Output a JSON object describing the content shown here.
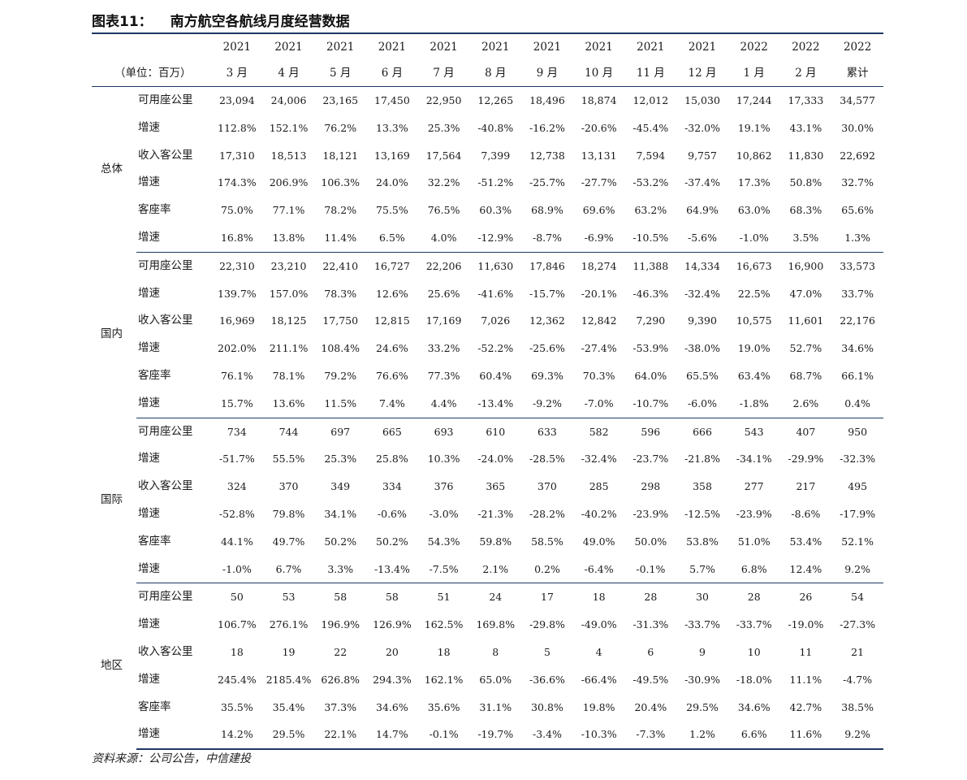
{
  "title": {
    "figure_no": "图表11：",
    "text": "南方航空各航线月度经营数据"
  },
  "unit_label": "（单位：百万）",
  "columns": [
    {
      "year": "2021",
      "month": "3 月"
    },
    {
      "year": "2021",
      "month": "4 月"
    },
    {
      "year": "2021",
      "month": "5 月"
    },
    {
      "year": "2021",
      "month": "6 月"
    },
    {
      "year": "2021",
      "month": "7 月"
    },
    {
      "year": "2021",
      "month": "8 月"
    },
    {
      "year": "2021",
      "month": "9 月"
    },
    {
      "year": "2021",
      "month": "10 月"
    },
    {
      "year": "2021",
      "month": "11 月"
    },
    {
      "year": "2021",
      "month": "12 月"
    },
    {
      "year": "2022",
      "month": "1 月"
    },
    {
      "year": "2022",
      "month": "2 月"
    },
    {
      "year": "2022",
      "month": "累计"
    }
  ],
  "sections": [
    {
      "name": "总体",
      "rows": [
        {
          "label": "可用座公里",
          "values": [
            "23,094",
            "24,006",
            "23,165",
            "17,450",
            "22,950",
            "12,265",
            "18,496",
            "18,874",
            "12,012",
            "15,030",
            "17,244",
            "17,333",
            "34,577"
          ]
        },
        {
          "label": "增速",
          "values": [
            "112.8%",
            "152.1%",
            "76.2%",
            "13.3%",
            "25.3%",
            "-40.8%",
            "-16.2%",
            "-20.6%",
            "-45.4%",
            "-32.0%",
            "19.1%",
            "43.1%",
            "30.0%"
          ]
        },
        {
          "label": "收入客公里",
          "values": [
            "17,310",
            "18,513",
            "18,121",
            "13,169",
            "17,564",
            "7,399",
            "12,738",
            "13,131",
            "7,594",
            "9,757",
            "10,862",
            "11,830",
            "22,692"
          ]
        },
        {
          "label": "增速",
          "values": [
            "174.3%",
            "206.9%",
            "106.3%",
            "24.0%",
            "32.2%",
            "-51.2%",
            "-25.7%",
            "-27.7%",
            "-53.2%",
            "-37.4%",
            "17.3%",
            "50.8%",
            "32.7%"
          ]
        },
        {
          "label": "客座率",
          "values": [
            "75.0%",
            "77.1%",
            "78.2%",
            "75.5%",
            "76.5%",
            "60.3%",
            "68.9%",
            "69.6%",
            "63.2%",
            "64.9%",
            "63.0%",
            "68.3%",
            "65.6%"
          ]
        },
        {
          "label": "增速",
          "values": [
            "16.8%",
            "13.8%",
            "11.4%",
            "6.5%",
            "4.0%",
            "-12.9%",
            "-8.7%",
            "-6.9%",
            "-10.5%",
            "-5.6%",
            "-1.0%",
            "3.5%",
            "1.3%"
          ]
        }
      ]
    },
    {
      "name": "国内",
      "rows": [
        {
          "label": "可用座公里",
          "values": [
            "22,310",
            "23,210",
            "22,410",
            "16,727",
            "22,206",
            "11,630",
            "17,846",
            "18,274",
            "11,388",
            "14,334",
            "16,673",
            "16,900",
            "33,573"
          ]
        },
        {
          "label": "增速",
          "values": [
            "139.7%",
            "157.0%",
            "78.3%",
            "12.6%",
            "25.6%",
            "-41.6%",
            "-15.7%",
            "-20.1%",
            "-46.3%",
            "-32.4%",
            "22.5%",
            "47.0%",
            "33.7%"
          ]
        },
        {
          "label": "收入客公里",
          "values": [
            "16,969",
            "18,125",
            "17,750",
            "12,815",
            "17,169",
            "7,026",
            "12,362",
            "12,842",
            "7,290",
            "9,390",
            "10,575",
            "11,601",
            "22,176"
          ]
        },
        {
          "label": "增速",
          "values": [
            "202.0%",
            "211.1%",
            "108.4%",
            "24.6%",
            "33.2%",
            "-52.2%",
            "-25.6%",
            "-27.4%",
            "-53.9%",
            "-38.0%",
            "19.0%",
            "52.7%",
            "34.6%"
          ]
        },
        {
          "label": "客座率",
          "values": [
            "76.1%",
            "78.1%",
            "79.2%",
            "76.6%",
            "77.3%",
            "60.4%",
            "69.3%",
            "70.3%",
            "64.0%",
            "65.5%",
            "63.4%",
            "68.7%",
            "66.1%"
          ]
        },
        {
          "label": "增速",
          "values": [
            "15.7%",
            "13.6%",
            "11.5%",
            "7.4%",
            "4.4%",
            "-13.4%",
            "-9.2%",
            "-7.0%",
            "-10.7%",
            "-6.0%",
            "-1.8%",
            "2.6%",
            "0.4%"
          ]
        }
      ]
    },
    {
      "name": "国际",
      "rows": [
        {
          "label": "可用座公里",
          "values": [
            "734",
            "744",
            "697",
            "665",
            "693",
            "610",
            "633",
            "582",
            "596",
            "666",
            "543",
            "407",
            "950"
          ]
        },
        {
          "label": "增速",
          "values": [
            "-51.7%",
            "55.5%",
            "25.3%",
            "25.8%",
            "10.3%",
            "-24.0%",
            "-28.5%",
            "-32.4%",
            "-23.7%",
            "-21.8%",
            "-34.1%",
            "-29.9%",
            "-32.3%"
          ]
        },
        {
          "label": "收入客公里",
          "values": [
            "324",
            "370",
            "349",
            "334",
            "376",
            "365",
            "370",
            "285",
            "298",
            "358",
            "277",
            "217",
            "495"
          ]
        },
        {
          "label": "增速",
          "values": [
            "-52.8%",
            "79.8%",
            "34.1%",
            "-0.6%",
            "-3.0%",
            "-21.3%",
            "-28.2%",
            "-40.2%",
            "-23.9%",
            "-12.5%",
            "-23.9%",
            "-8.6%",
            "-17.9%"
          ]
        },
        {
          "label": "客座率",
          "values": [
            "44.1%",
            "49.7%",
            "50.2%",
            "50.2%",
            "54.3%",
            "59.8%",
            "58.5%",
            "49.0%",
            "50.0%",
            "53.8%",
            "51.0%",
            "53.4%",
            "52.1%"
          ]
        },
        {
          "label": "增速",
          "values": [
            "-1.0%",
            "6.7%",
            "3.3%",
            "-13.4%",
            "-7.5%",
            "2.1%",
            "0.2%",
            "-6.4%",
            "-0.1%",
            "5.7%",
            "6.8%",
            "12.4%",
            "9.2%"
          ]
        }
      ]
    },
    {
      "name": "地区",
      "rows": [
        {
          "label": "可用座公里",
          "values": [
            "50",
            "53",
            "58",
            "58",
            "51",
            "24",
            "17",
            "18",
            "28",
            "30",
            "28",
            "26",
            "54"
          ]
        },
        {
          "label": "增速",
          "values": [
            "106.7%",
            "276.1%",
            "196.9%",
            "126.9%",
            "162.5%",
            "169.8%",
            "-29.8%",
            "-49.0%",
            "-31.3%",
            "-33.7%",
            "-33.7%",
            "-19.0%",
            "-27.3%"
          ]
        },
        {
          "label": "收入客公里",
          "values": [
            "18",
            "19",
            "22",
            "20",
            "18",
            "8",
            "5",
            "4",
            "6",
            "9",
            "10",
            "11",
            "21"
          ]
        },
        {
          "label": "增速",
          "values": [
            "245.4%",
            "2185.4%",
            "626.8%",
            "294.3%",
            "162.1%",
            "65.0%",
            "-36.6%",
            "-66.4%",
            "-49.5%",
            "-30.9%",
            "-18.0%",
            "11.1%",
            "-4.7%"
          ]
        },
        {
          "label": "客座率",
          "values": [
            "35.5%",
            "35.4%",
            "37.3%",
            "34.6%",
            "35.6%",
            "31.1%",
            "30.8%",
            "19.8%",
            "20.4%",
            "29.5%",
            "34.6%",
            "42.7%",
            "38.5%"
          ]
        },
        {
          "label": "增速",
          "values": [
            "14.2%",
            "29.5%",
            "22.1%",
            "14.7%",
            "-0.1%",
            "-19.7%",
            "-3.4%",
            "-10.3%",
            "-7.3%",
            "1.2%",
            "6.6%",
            "11.6%",
            "9.2%"
          ]
        }
      ]
    }
  ],
  "source": "资料来源：公司公告，中信建投"
}
